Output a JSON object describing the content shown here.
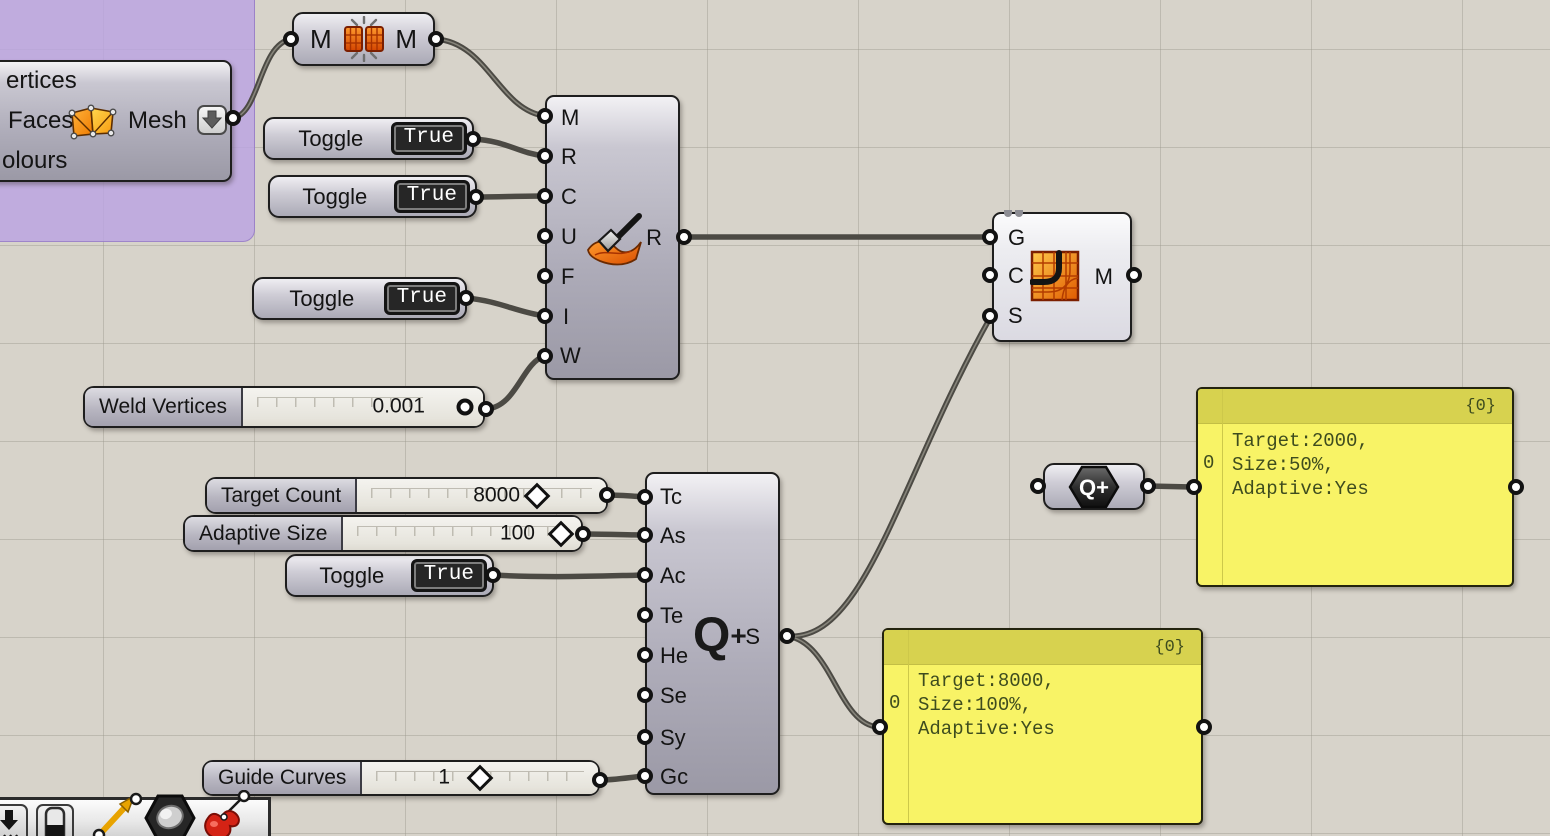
{
  "colors": {
    "canvas_bg": "#d7d3ca",
    "grid_line": "#9e9a8f",
    "group_purple": "#bba3e2",
    "wire": "#4c4a44",
    "panel_yellow": "#f8f366",
    "panel_header": "#d7d24f",
    "panel_text": "#3e4c1e"
  },
  "construct_mesh": {
    "port_vertices": "ertices",
    "port_faces": "Faces",
    "port_colours": "olours",
    "output_label": "Mesh",
    "icon": "mesh-quads-icon",
    "button_icon": "down-arrow-icon"
  },
  "mesh_unify": {
    "input_label": "M",
    "output_label": "M",
    "icon": "mesh-burst-icon"
  },
  "toggles": [
    {
      "label": "Toggle",
      "value": "True"
    },
    {
      "label": "Toggle",
      "value": "True"
    },
    {
      "label": "Toggle",
      "value": "True"
    },
    {
      "label": "Toggle",
      "value": "True"
    }
  ],
  "sliders": [
    {
      "label": "Weld Vertices",
      "value": "0.001",
      "knob": "circle"
    },
    {
      "label": "Target Count",
      "value": "8000",
      "knob": "diamond"
    },
    {
      "label": "Adaptive Size",
      "value": "100",
      "knob": "diamond"
    },
    {
      "label": "Guide Curves",
      "value": "1",
      "knob": "diamond"
    }
  ],
  "mesh_repair": {
    "inputs": [
      "M",
      "R",
      "C",
      "U",
      "F",
      "I",
      "W"
    ],
    "output": "R",
    "icon": "hammer-mesh-icon"
  },
  "quad_settings": {
    "inputs": [
      "Tc",
      "As",
      "Ac",
      "Te",
      "He",
      "Se",
      "Sy",
      "Gc"
    ],
    "output": "S",
    "icon_q": "Q",
    "icon_plus": "+"
  },
  "quad_remesh": {
    "inputs": [
      "G",
      "C",
      "S"
    ],
    "output": "M",
    "icon": "quad-grid-curve-icon"
  },
  "quad_hex": {
    "icon_text": "Q+"
  },
  "panels": [
    {
      "header": "{0}",
      "index": "0",
      "lines": [
        "Target:2000,",
        "Size:50%,",
        "Adaptive:Yes"
      ]
    },
    {
      "header": "{0}",
      "index": "0",
      "lines": [
        "Target:8000,",
        "Size:100%,",
        "Adaptive:Yes"
      ]
    }
  ],
  "toolbar": {
    "icons": [
      "bake-icon",
      "preview-toggle-icon",
      "move-vector-icon",
      "hex-nut-icon",
      "pin-point-icon"
    ]
  }
}
